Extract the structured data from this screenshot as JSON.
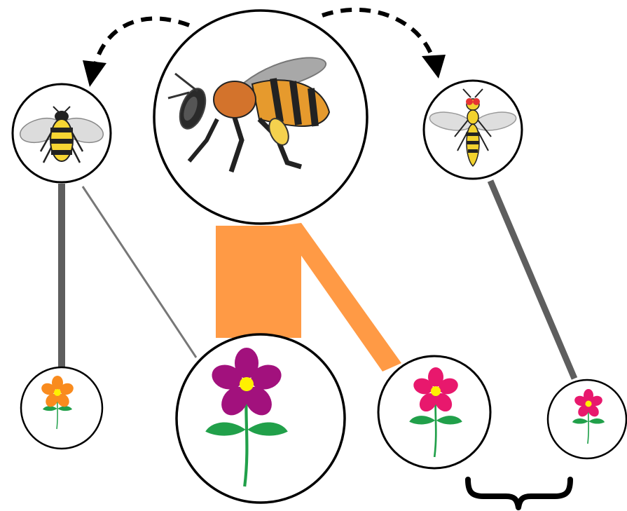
{
  "diagram": {
    "type": "pollination-network",
    "colors": {
      "honeybee_link": "#FF9A45",
      "other_link": "#5E5E5E",
      "arrow": "#000000",
      "node_outline": "#000000",
      "bee_body": "#D3732C",
      "bee_stripes": "#E69A2D",
      "bumblebee_yellow": "#F7D633",
      "wasp_yellow": "#F2D22E",
      "wasp_eyes": "#E53333",
      "flower_orange": "#F98B1E",
      "flower_purple": "#A2117D",
      "flower_pink": "#E8186D",
      "flower_center": "#FFF000",
      "stem_green": "#21A04A"
    },
    "pollinators": [
      {
        "id": "bumblebee",
        "icon": "bumblebee-icon"
      },
      {
        "id": "honeybee",
        "icon": "honeybee-icon",
        "focal": true
      },
      {
        "id": "wasp",
        "icon": "wasp-icon"
      }
    ],
    "plants": [
      {
        "id": "plant-1",
        "icon": "orange-flower-icon"
      },
      {
        "id": "plant-2",
        "icon": "purple-flower-icon"
      },
      {
        "id": "plant-3",
        "icon": "pink-flower-icon"
      },
      {
        "id": "plant-4",
        "icon": "pink-flower-icon"
      }
    ],
    "links": [
      {
        "from": "bumblebee",
        "to": "plant-1",
        "strength": "strong"
      },
      {
        "from": "bumblebee",
        "to": "plant-2",
        "strength": "weak"
      },
      {
        "from": "honeybee",
        "to": "plant-2",
        "strength": "very-strong"
      },
      {
        "from": "honeybee",
        "to": "plant-3",
        "strength": "strong"
      },
      {
        "from": "wasp",
        "to": "plant-4",
        "strength": "strong"
      }
    ],
    "arrows": [
      {
        "from": "honeybee",
        "to": "bumblebee",
        "style": "dashed"
      },
      {
        "from": "honeybee",
        "to": "wasp",
        "style": "dashed"
      }
    ],
    "brace": {
      "icon": "curly-brace-icon",
      "spans": [
        "plant-3",
        "plant-4"
      ]
    }
  }
}
